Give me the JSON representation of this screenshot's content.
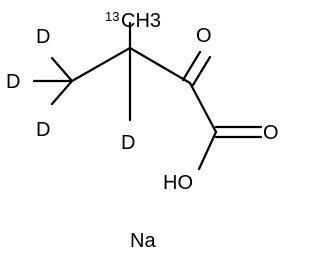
{
  "molecule": {
    "methyl_isotope": "13",
    "methyl_group": "CH3",
    "atoms": {
      "d_top": "D",
      "d_left": "D",
      "d_lower": "D",
      "d_center": "D",
      "oxygen_ketone": "O",
      "oxygen_carbonyl": "O",
      "hydroxyl": "HO"
    },
    "counter_ion": "Na"
  },
  "colors": {
    "ink": "#000000",
    "background": "#ffffff"
  }
}
